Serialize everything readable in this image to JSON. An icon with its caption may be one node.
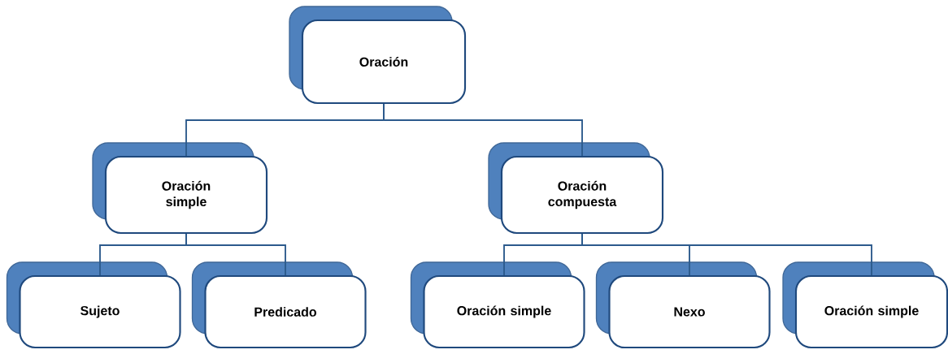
{
  "diagram": {
    "nodes": [
      {
        "text": [
          "Oración"
        ]
      },
      {
        "text": [
          "Oración simple"
        ]
      },
      {
        "text": [
          "Oración compuesta"
        ]
      },
      {
        "text": [
          "Sujeto"
        ]
      },
      {
        "text": [
          "Predicado"
        ]
      },
      {
        "text": [
          "Oración simple"
        ]
      },
      {
        "text": [
          "Nexo"
        ]
      },
      {
        "text": [
          "Oración simple"
        ]
      }
    ],
    "edges": [
      {
        "from": 0,
        "to": 1,
        "arrow": "none"
      },
      {
        "from": 0,
        "to": 2,
        "arrow": "none"
      },
      {
        "from": 1,
        "to": 3,
        "arrow": "none"
      },
      {
        "from": 1,
        "to": 4,
        "arrow": "none"
      },
      {
        "from": 2,
        "to": 5,
        "arrow": "none"
      },
      {
        "from": 2,
        "to": 6,
        "arrow": "none"
      },
      {
        "from": 2,
        "to": 7,
        "arrow": "none"
      }
    ]
  }
}
